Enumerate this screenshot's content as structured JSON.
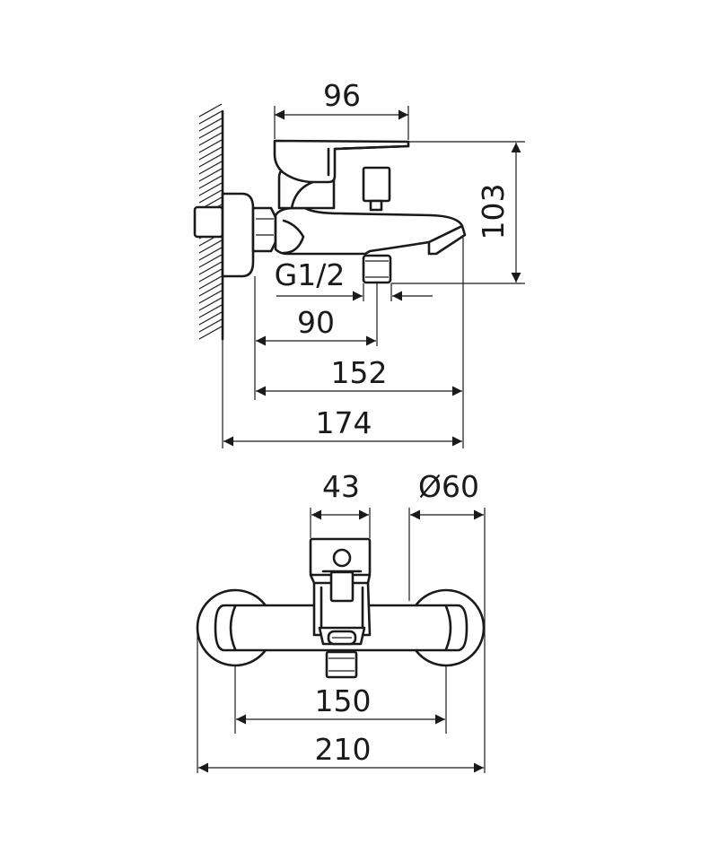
{
  "side_view": {
    "dim_depth_lever": "96",
    "dim_height": "103",
    "dim_thread": "G1/2",
    "dim_outlet_offset": "90",
    "dim_spout_reach": "152",
    "dim_total_depth": "174"
  },
  "front_view": {
    "dim_body_width": "43",
    "dim_rosette_diameter": "Ø60",
    "dim_inlet_spacing": "150",
    "dim_total_width": "210"
  },
  "colors": {
    "line": "#1a1a1a",
    "background": "#ffffff"
  }
}
